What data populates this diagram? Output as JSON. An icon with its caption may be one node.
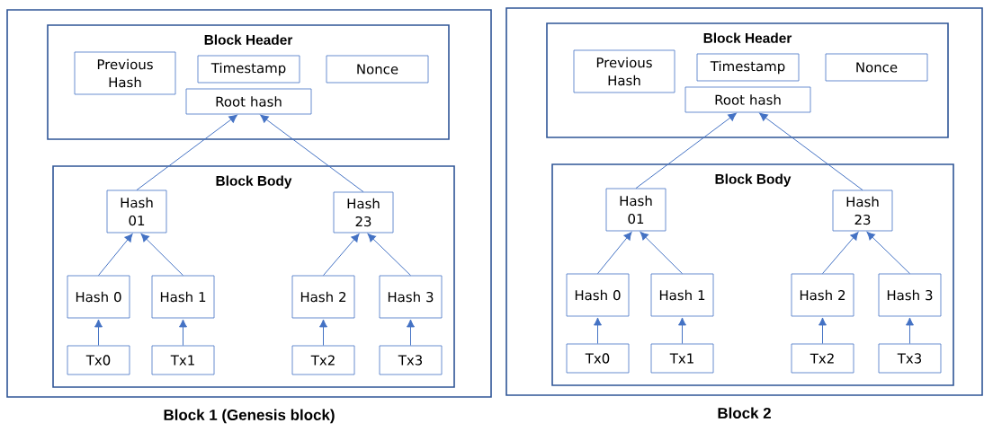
{
  "diagram": {
    "nodes": [
      {
        "text": [
          "Block 1 (Genesis block)"
        ]
      },
      {
        "text": [
          "Block Header"
        ],
        "in": 0
      },
      {
        "text": [
          "Previous Hash"
        ],
        "in": 1
      },
      {
        "text": [
          "Timestamp"
        ],
        "in": 1
      },
      {
        "text": [
          "Nonce"
        ],
        "in": 1
      },
      {
        "text": [
          "Root hash"
        ],
        "in": 1
      },
      {
        "text": [
          "Block Body"
        ],
        "in": 0
      },
      {
        "text": [
          "Hash 01"
        ],
        "in": 6
      },
      {
        "text": [
          "Hash 23"
        ],
        "in": 6
      },
      {
        "text": [
          "Hash 0"
        ],
        "in": 6
      },
      {
        "text": [
          "Hash 1"
        ],
        "in": 6
      },
      {
        "text": [
          "Hash 2"
        ],
        "in": 6
      },
      {
        "text": [
          "Hash 3"
        ],
        "in": 6
      },
      {
        "text": [
          "Tx0"
        ],
        "in": 6
      },
      {
        "text": [
          "Tx1"
        ],
        "in": 6
      },
      {
        "text": [
          "Tx2"
        ],
        "in": 6
      },
      {
        "text": [
          "Tx3"
        ],
        "in": 6
      },
      {
        "text": [
          "Block 2"
        ]
      },
      {
        "text": [
          "Block Header"
        ],
        "in": 17
      },
      {
        "text": [
          "Previous Hash"
        ],
        "in": 18
      },
      {
        "text": [
          "Timestamp"
        ],
        "in": 18
      },
      {
        "text": [
          "Nonce"
        ],
        "in": 18
      },
      {
        "text": [
          "Root hash"
        ],
        "in": 18
      },
      {
        "text": [
          "Block Body"
        ],
        "in": 17
      },
      {
        "text": [
          "Hash 01"
        ],
        "in": 23
      },
      {
        "text": [
          "Hash 23"
        ],
        "in": 23
      },
      {
        "text": [
          "Hash 0"
        ],
        "in": 23
      },
      {
        "text": [
          "Hash 1"
        ],
        "in": 23
      },
      {
        "text": [
          "Hash 2"
        ],
        "in": 23
      },
      {
        "text": [
          "Hash 3"
        ],
        "in": 23
      },
      {
        "text": [
          "Tx0"
        ],
        "in": 23
      },
      {
        "text": [
          "Tx1"
        ],
        "in": 23
      },
      {
        "text": [
          "Tx2"
        ],
        "in": 23
      },
      {
        "text": [
          "Tx3"
        ],
        "in": 23
      }
    ],
    "edges": [
      {
        "from": 7,
        "to": 5,
        "arrow": "to"
      },
      {
        "from": 8,
        "to": 5,
        "arrow": "to"
      },
      {
        "from": 9,
        "to": 7,
        "arrow": "to"
      },
      {
        "from": 10,
        "to": 7,
        "arrow": "to"
      },
      {
        "from": 11,
        "to": 8,
        "arrow": "to"
      },
      {
        "from": 12,
        "to": 8,
        "arrow": "to"
      },
      {
        "from": 13,
        "to": 9,
        "arrow": "to"
      },
      {
        "from": 14,
        "to": 10,
        "arrow": "to"
      },
      {
        "from": 15,
        "to": 11,
        "arrow": "to"
      },
      {
        "from": 16,
        "to": 12,
        "arrow": "to"
      },
      {
        "from": 24,
        "to": 22,
        "arrow": "to"
      },
      {
        "from": 25,
        "to": 22,
        "arrow": "to"
      },
      {
        "from": 26,
        "to": 24,
        "arrow": "to"
      },
      {
        "from": 27,
        "to": 24,
        "arrow": "to"
      },
      {
        "from": 28,
        "to": 25,
        "arrow": "to"
      },
      {
        "from": 29,
        "to": 25,
        "arrow": "to"
      },
      {
        "from": 30,
        "to": 26,
        "arrow": "to"
      },
      {
        "from": 31,
        "to": 27,
        "arrow": "to"
      },
      {
        "from": 32,
        "to": 28,
        "arrow": "to"
      },
      {
        "from": 33,
        "to": 29,
        "arrow": "to"
      }
    ]
  }
}
